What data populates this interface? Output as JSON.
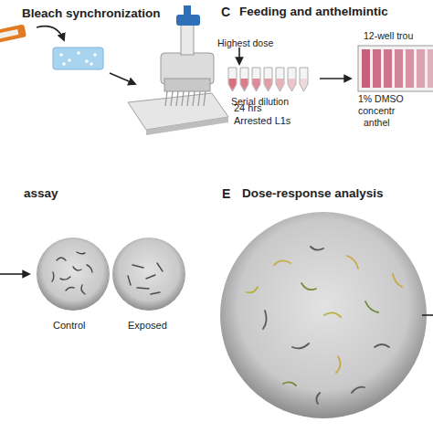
{
  "diagram": {
    "labels": [
      "Bleach synchronization",
      "24 hrs",
      "Arrested L1s",
      "C",
      "Feeding and anthelmintic",
      "Highest dose",
      "Serial dilution",
      "12-well trou",
      "1% DMSO",
      "concentr",
      "anthel",
      "assay",
      "Control",
      "Exposed",
      "E",
      "Dose-response analysis"
    ]
  }
}
